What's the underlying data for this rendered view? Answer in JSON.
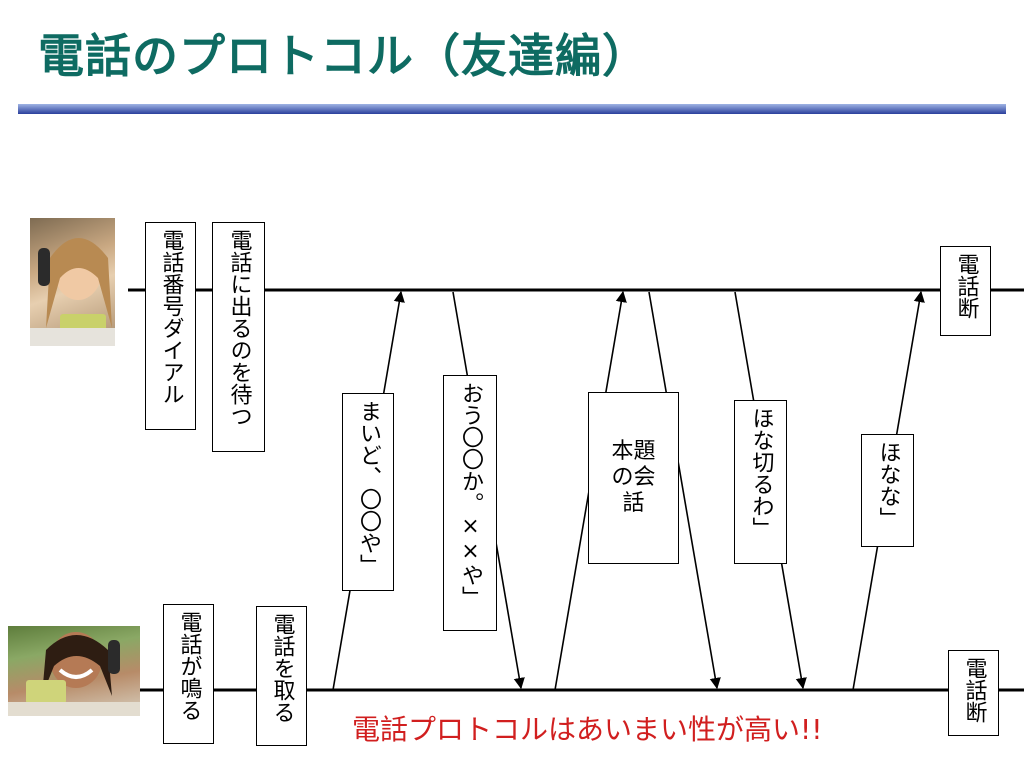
{
  "slide": {
    "title": "電話のプロトコル（友達編）",
    "footer": "電話プロトコルはあいまい性が高い!!"
  },
  "caller_steps": {
    "dial": "電話番号ダイアル",
    "wait": "電話に出るのを待つ",
    "hangup": "電話断"
  },
  "callee_steps": {
    "ring": "電話が鳴る",
    "pickup": "電話を取る",
    "hangup": "電話断"
  },
  "messages": {
    "m1": "まいど、〇〇や」",
    "m2": "おう〇〇か。××や」",
    "m3": "本題の会話",
    "m4": "ほな切るわ」",
    "m5": "ほなな」"
  },
  "colors": {
    "title": "#0e6b62",
    "footer": "#d11f1f",
    "rule": "#2a3f9c"
  }
}
